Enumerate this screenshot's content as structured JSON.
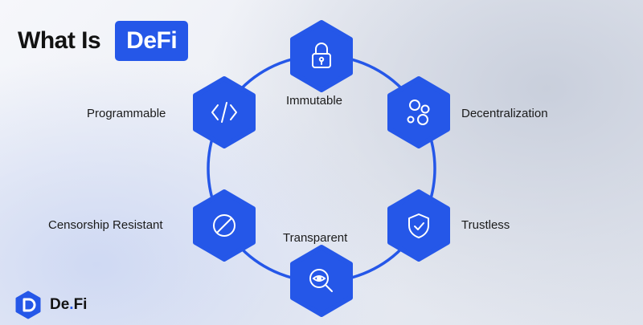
{
  "title": {
    "prefix": "What Is",
    "badge": "DeFi"
  },
  "nodes": [
    {
      "id": "immutable",
      "label": "Immutable",
      "icon": "padlock-icon"
    },
    {
      "id": "decentralization",
      "label": "Decentralization",
      "icon": "network-nodes-icon"
    },
    {
      "id": "trustless",
      "label": "Trustless",
      "icon": "shield-check-icon"
    },
    {
      "id": "transparent",
      "label": "Transparent",
      "icon": "magnifier-eye-icon"
    },
    {
      "id": "censorship-resistant",
      "label": "Censorship Resistant",
      "icon": "prohibited-icon"
    },
    {
      "id": "programmable",
      "label": "Programmable",
      "icon": "code-brackets-icon"
    }
  ],
  "brand": {
    "name_part1": "De",
    "name_dot": ".",
    "name_part2": "Fi",
    "logo_letter": "D"
  },
  "colors": {
    "accent": "#2557e8",
    "ring": "#2557e8",
    "text": "#1b1b1b"
  }
}
